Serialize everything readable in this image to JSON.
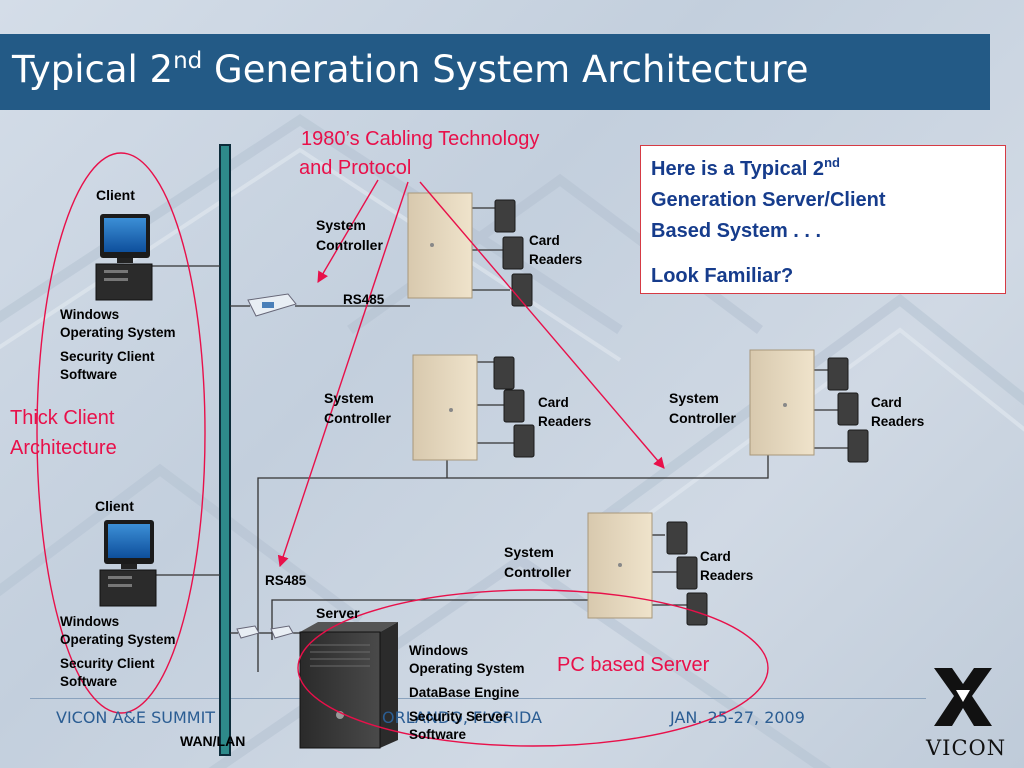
{
  "slide": {
    "title_pre": "Typical 2",
    "title_sup": "nd",
    "title_post": " Generation System Architecture"
  },
  "callout": {
    "line1_pre": "Here is a Typical 2",
    "line1_sup": "nd",
    "line2": "Generation Server/Client",
    "line3": "Based System . . .",
    "line4": "Look Familiar?"
  },
  "annotations": {
    "cabling_line1": "1980’s Cabling Technology",
    "cabling_line2": "and Protocol",
    "thick_client_line1": "Thick Client",
    "thick_client_line2": "Architecture",
    "pc_server": "PC based Server"
  },
  "clients": [
    {
      "label": "Client",
      "os1": "Windows",
      "os2": "Operating System",
      "sw1": "Security Client",
      "sw2": "Software"
    },
    {
      "label": "Client",
      "os1": "Windows",
      "os2": "Operating System",
      "sw1": "Security Client",
      "sw2": "Software"
    }
  ],
  "controllers": {
    "label1": "System",
    "label2": "Controller",
    "readers1": "Card",
    "readers2": "Readers"
  },
  "rs485": "RS485",
  "server": {
    "label": "Server",
    "l1": "Windows",
    "l2": "Operating System",
    "l3": "DataBase Engine",
    "l4": "Security Server",
    "l5": "Software"
  },
  "wan": "WAN/LAN",
  "footer": {
    "left": "VICON A&E SUMMIT",
    "middle": "ORLANDO, FLORIDA",
    "right": "JAN. 25-27, 2009",
    "logo_text": "VICON"
  },
  "colors": {
    "title_bar": "#235a86",
    "annotation_red": "#e8104a",
    "callout_blue": "#163c8c",
    "bus": "#2e8a8a"
  }
}
